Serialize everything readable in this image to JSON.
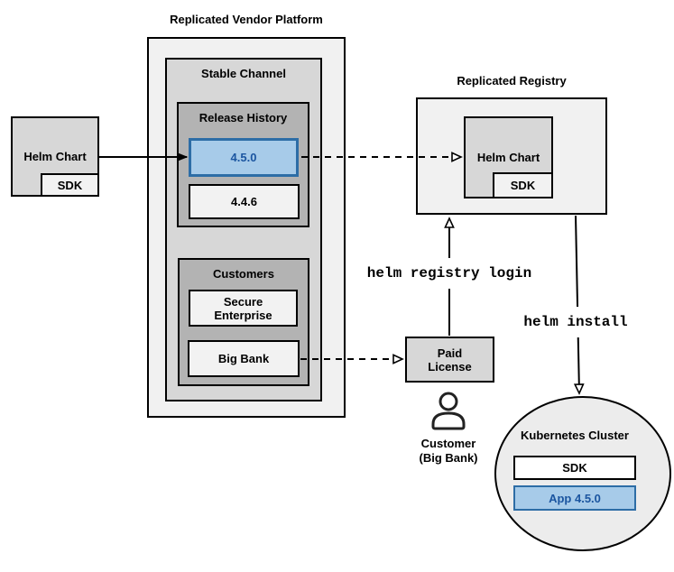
{
  "vendor": {
    "title": "Replicated Vendor Platform",
    "stable_channel_label": "Stable Channel",
    "release_history_label": "Release History",
    "release_current": "4.5.0",
    "release_previous": "4.4.6",
    "customers_label": "Customers",
    "customer_secure": "Secure Enterprise",
    "customer_bigbank": "Big Bank"
  },
  "source_chart": {
    "label": "Helm Chart",
    "sdk_label": "SDK"
  },
  "registry": {
    "title": "Replicated Registry",
    "chart_label": "Helm Chart",
    "sdk_label": "SDK"
  },
  "license": {
    "label": "Paid License"
  },
  "customer": {
    "name": "Customer",
    "org": "(Big Bank)"
  },
  "commands": {
    "registry_login": "helm registry login",
    "install": "helm install"
  },
  "cluster": {
    "title": "Kubernetes Cluster",
    "sdk_label": "SDK",
    "app_label": "App 4.5.0"
  },
  "colors": {
    "highlight_fill": "#a7cbe9",
    "highlight_border": "#2d6da6",
    "highlight_text": "#1b55a0",
    "container_fill": "#f1f1f1",
    "mid_gray_fill": "#d7d7d7",
    "dark_gray_fill": "#b3b3b3",
    "light_gray_fill": "#f2f2f2",
    "cluster_fill": "#ececec",
    "line_color": "#000000"
  }
}
